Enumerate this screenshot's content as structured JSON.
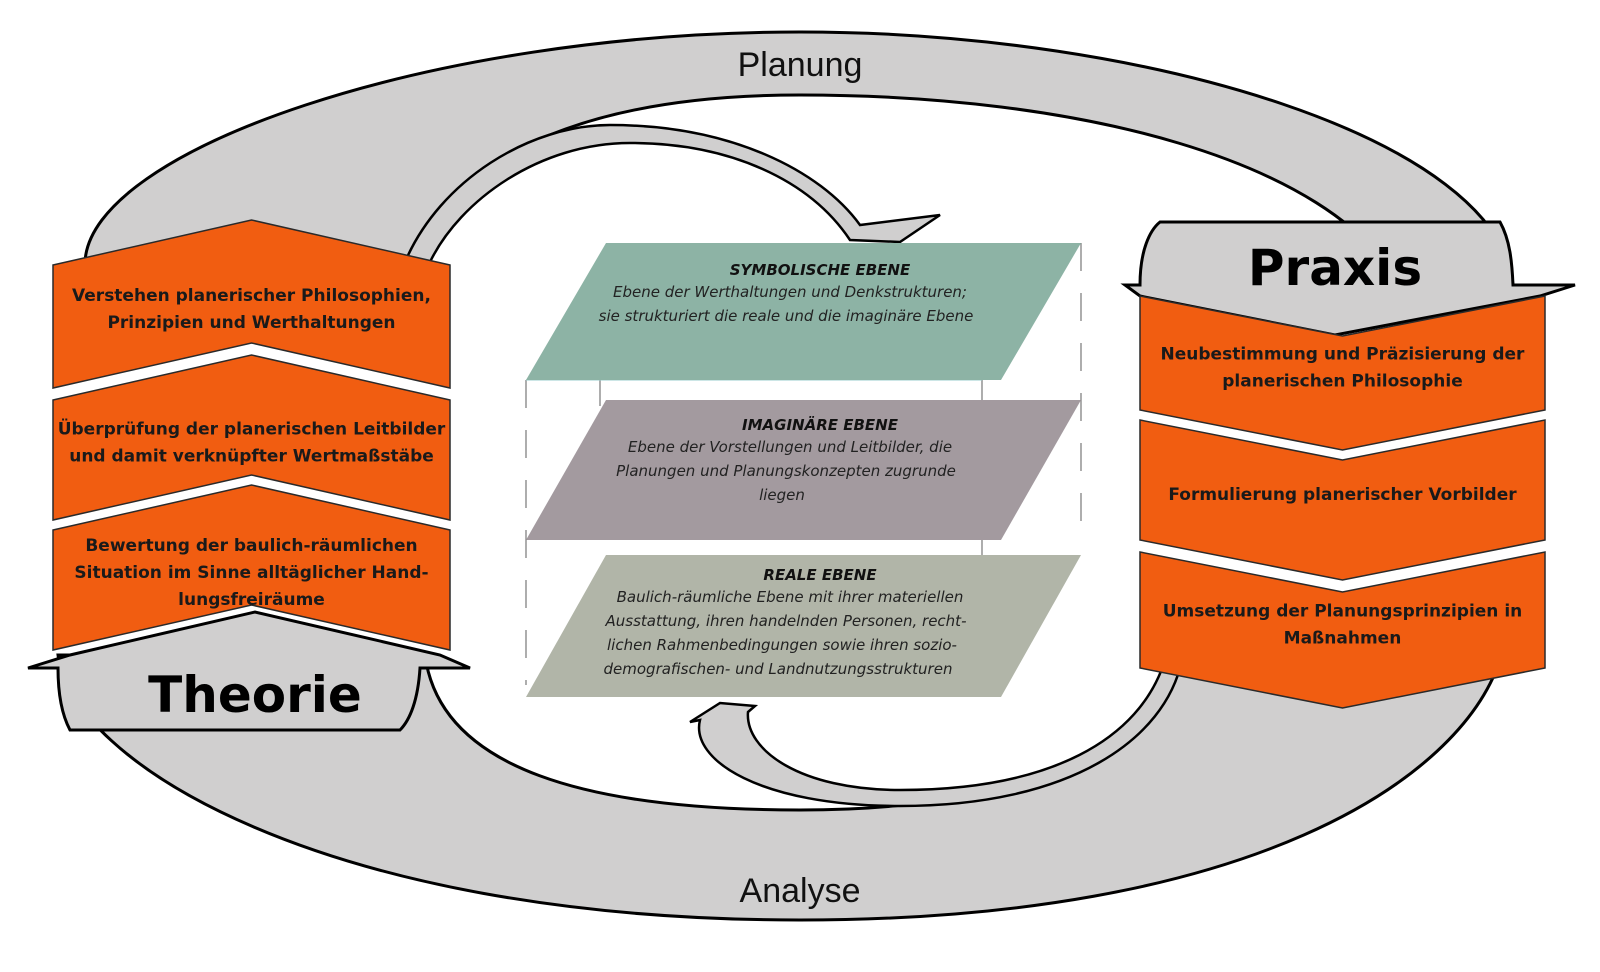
{
  "ring": {
    "top_label": "Planung",
    "bottom_label": "Analyse",
    "fill_color": "#d0cfcf"
  },
  "theorie": {
    "label": "Theorie",
    "direction": "up",
    "steps": [
      {
        "lines": [
          "Verstehen planerischer Philosophien,",
          "Prinzipien und Werthaltungen"
        ]
      },
      {
        "lines": [
          "Überprüfung der planerischen Leitbilder",
          "und damit verknüpfter Wertmaßstäbe"
        ]
      },
      {
        "lines": [
          "Bewertung der baulich-räumlichen",
          "Situation im Sinne alltäglicher Hand-",
          "lungsfreiräume"
        ]
      }
    ]
  },
  "praxis": {
    "label": "Praxis",
    "direction": "down",
    "steps": [
      {
        "lines": [
          "Neubestimmung und Präzisierung der",
          "planerischen Philosophie"
        ]
      },
      {
        "lines": [
          "Formulierung planerischer Vorbilder"
        ]
      },
      {
        "lines": [
          "Umsetzung der Planungsprinzipien in",
          "Maßnahmen"
        ]
      }
    ]
  },
  "step_color": "#f15d11",
  "layers": [
    {
      "title": "SYMBOLISCHE EBENE",
      "lines": [
        "Ebene der Werthaltungen und Denkstrukturen;",
        "sie strukturiert die reale und die imaginäre Ebene"
      ],
      "color": "#8db3a5"
    },
    {
      "title": "IMAGINÄRE EBENE",
      "lines": [
        "Ebene der Vorstellungen und Leitbilder, die",
        "Planungen und Planungskonzepten zugrunde",
        "liegen"
      ],
      "color": "#a39a9f"
    },
    {
      "title": "REALE EBENE",
      "lines": [
        "Baulich-räumliche Ebene mit ihrer materiellen",
        "Ausstattung, ihren handelnden Personen, recht-",
        "lichen Rahmenbedingungen sowie ihren sozio-",
        "demografischen- und Landnutzungsstrukturen"
      ],
      "color": "#b1b5a8"
    }
  ]
}
